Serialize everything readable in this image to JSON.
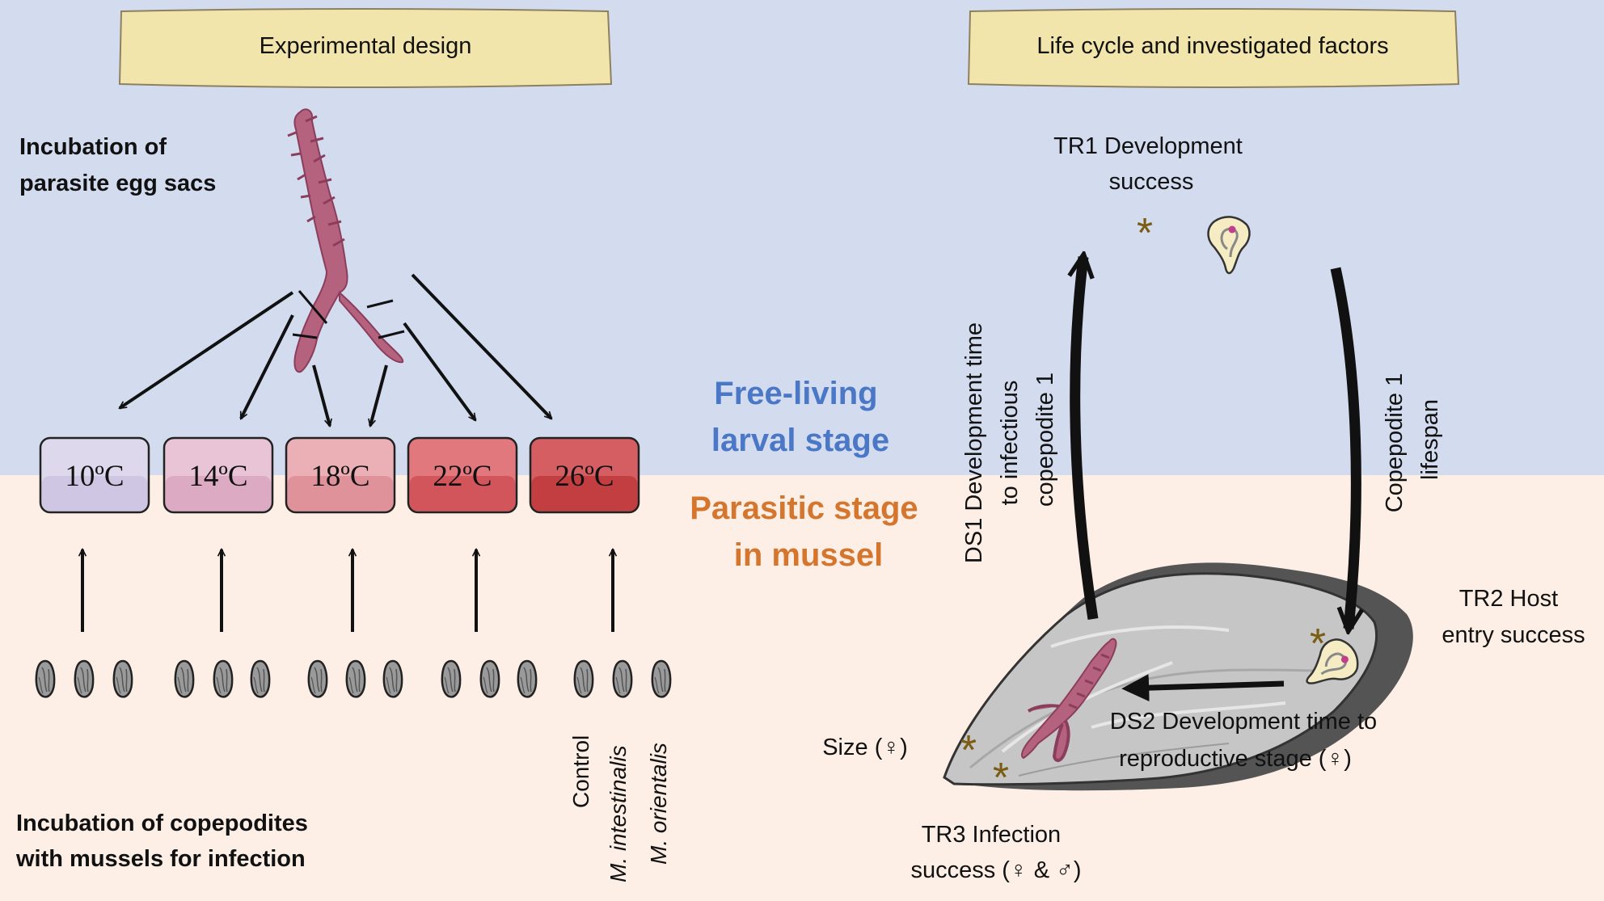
{
  "banners": {
    "left": "Experimental design",
    "right": "Life cycle and investigated factors"
  },
  "left": {
    "egg_sacs_label": [
      "Incubation of",
      "parasite egg sacs"
    ],
    "copepodites_label": [
      "Incubation of copepodites",
      "with mussels for infection"
    ],
    "temperatures": [
      "10ºC",
      "14ºC",
      "18ºC",
      "22ºC",
      "26ºC"
    ],
    "temperature_colors": [
      "#ded8ec",
      "#e8c4d6",
      "#eab0b6",
      "#e0787e",
      "#d55e62"
    ],
    "mussel_labels": [
      "Control",
      "M. intestinalis",
      "M. orientalis"
    ]
  },
  "center": {
    "free_living": [
      "Free-living",
      "larval stage"
    ],
    "parasitic": [
      "Parasitic stage",
      "in mussel"
    ]
  },
  "right": {
    "tr1": [
      "TR1 Development",
      "success"
    ],
    "ds1": [
      "DS1 Development time",
      "to infectious",
      "copepodite 1"
    ],
    "lifespan": [
      "Copepodite 1",
      "lifespan"
    ],
    "tr2": [
      "TR2 Host",
      "entry success"
    ],
    "ds2": [
      "DS2 Development time to",
      "reproductive stage (♀)"
    ],
    "size": "Size (♀)",
    "tr3": [
      "TR3 Infection",
      "success (♀ & ♂)"
    ]
  },
  "colors": {
    "sky": "#d3dcef",
    "sea": "#fdeee6",
    "banner": "#f1e5ab",
    "parasite": "#b5627e",
    "asterisk": "#7a5c12"
  }
}
